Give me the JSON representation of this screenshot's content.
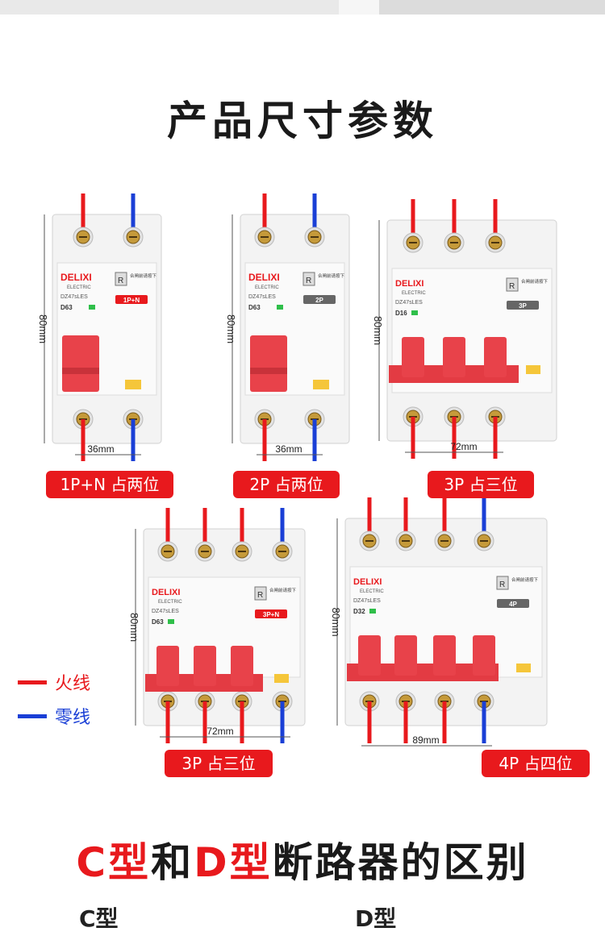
{
  "heading": "产品尺寸参数",
  "brand": "DELIXI",
  "brand_sub": "ELECTRIC",
  "model": "DZ47sLES",
  "warn_text": "合闸前请按下",
  "colors": {
    "live": "#e8191d",
    "neutral": "#1a3fd6",
    "handle": "#e8424a",
    "badge": "#e8191d"
  },
  "breakers": [
    {
      "height_label": "80mm",
      "width_label": "36mm",
      "rating": "D63",
      "pole_label": "1P+N",
      "badge": "1P+N 占两位"
    },
    {
      "height_label": "80mm",
      "width_label": "36mm",
      "rating": "D63",
      "pole_label": "2P",
      "badge": "2P 占两位"
    },
    {
      "height_label": "80mm",
      "width_label": "72mm",
      "rating": "D16",
      "pole_label": "3P",
      "badge": "3P 占三位"
    },
    {
      "height_label": "80mm",
      "width_label": "72mm",
      "rating": "D63",
      "pole_label": "3P+N",
      "badge": "3P 占三位"
    },
    {
      "height_label": "80mm",
      "width_label": "89mm",
      "rating": "D32",
      "pole_label": "4P",
      "badge": "4P 占四位"
    }
  ],
  "legend": {
    "live": "火线",
    "neutral": "零线"
  },
  "compare": {
    "title_c": "C型",
    "title_mid": "和",
    "title_d": "D型",
    "title_rest": "断路器的区别",
    "col_c": "C型",
    "col_d": "D型"
  }
}
